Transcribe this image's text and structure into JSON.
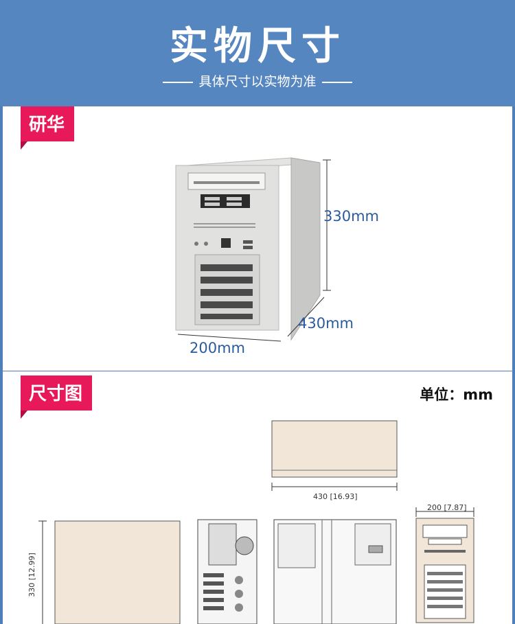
{
  "header": {
    "title": "实物尺寸",
    "subtitle": "具体尺寸以实物为准"
  },
  "photo_section": {
    "tag": "研华",
    "height_label": "330mm",
    "depth_label": "430mm",
    "width_label": "200mm"
  },
  "drawing_section": {
    "tag": "尺寸图",
    "unit_label": "单位：mm",
    "top_view_dim": "430 [16.93]",
    "front_view_dim": "200 [7.87]",
    "side_view_dim": "330 [12.99]"
  },
  "colors": {
    "accent": "#e8195a",
    "header": "#5586bf",
    "dimension_text": "#2b5b9c",
    "drawing_fill": "#f2e6d8"
  }
}
